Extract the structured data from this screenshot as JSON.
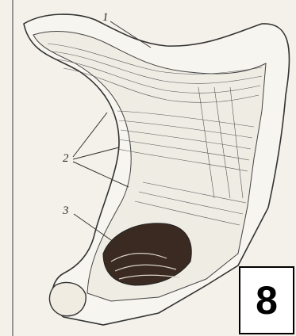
{
  "figure": {
    "labels": {
      "one": "1",
      "two": "2",
      "three": "3"
    }
  },
  "page_number": "8",
  "colors": {
    "paper": "#f4f1ea",
    "ink": "#2a2a2a",
    "wall": "#f7f5ef",
    "mucosa": "#3a2a22"
  }
}
